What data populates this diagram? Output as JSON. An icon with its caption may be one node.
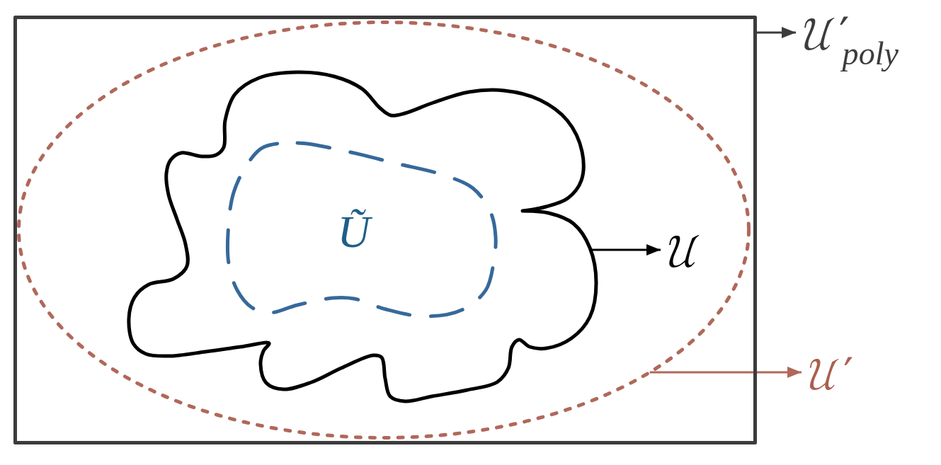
{
  "diagram": {
    "nodes": [
      {
        "text": [],
        "shape": "box"
      },
      {
        "text": [],
        "shape": "ellipse",
        "in": 0
      },
      {
        "text": [],
        "shape": "cloud",
        "in": 1
      },
      {
        "text": [
          "Ũ"
        ],
        "in": 2
      },
      {
        "text": [
          "𝒰′$_{poly}$"
        ]
      },
      {
        "text": [
          "𝒰"
        ],
        "in": 1
      },
      {
        "text": [
          "𝒰′"
        ]
      }
    ],
    "edges": [
      {
        "from": 0,
        "to": 4,
        "arrow": "to",
        "color": "#3c3c3c"
      },
      {
        "from": 2,
        "to": 5,
        "arrow": "to"
      },
      {
        "from": 1,
        "to": 6,
        "arrow": "to",
        "color": "#b0685a"
      }
    ]
  }
}
